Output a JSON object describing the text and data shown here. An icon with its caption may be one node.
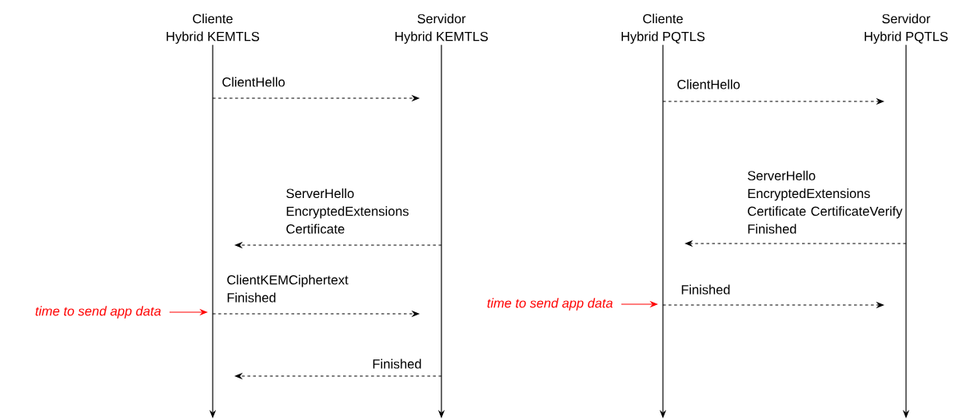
{
  "diagram": {
    "nodes": [
      {
        "text": [
          "Cliente",
          "Hybrid KEMTLS"
        ]
      },
      {
        "text": [
          "Servidor",
          "Hybrid KEMTLS"
        ]
      },
      {
        "text": [
          "Cliente",
          "Hybrid PQTLS"
        ]
      },
      {
        "text": [
          "Servidor",
          "Hybrid PQTLS"
        ]
      },
      {
        "text": [
          "time to send app data"
        ]
      },
      {
        "text": [
          "time to send app data"
        ]
      }
    ],
    "edges": [
      {
        "from": 0,
        "to": 1,
        "arrow": "to",
        "label": "ClientHello",
        "style": "dashed"
      },
      {
        "from": 1,
        "to": 0,
        "arrow": "to",
        "label": "ServerHello EncryptedExtensions Certificate",
        "style": "dashed"
      },
      {
        "from": 0,
        "to": 1,
        "arrow": "to",
        "label": "ClientKEMCiphertext Finished",
        "style": "dashed"
      },
      {
        "from": 1,
        "to": 0,
        "arrow": "to",
        "label": "Finished",
        "style": "dashed"
      },
      {
        "from": 2,
        "to": 3,
        "arrow": "to",
        "label": "ClientHello",
        "style": "dashed"
      },
      {
        "from": 3,
        "to": 2,
        "arrow": "to",
        "label": "ServerHello EncryptedExtensions Certificate CertificateVerify Finished",
        "style": "dashed"
      },
      {
        "from": 2,
        "to": 3,
        "arrow": "to",
        "label": "Finished",
        "style": "dashed"
      },
      {
        "from": 4,
        "to": 0,
        "arrow": "to",
        "color": "#ff0000"
      },
      {
        "from": 5,
        "to": 2,
        "arrow": "to",
        "color": "#ff0000"
      }
    ]
  }
}
